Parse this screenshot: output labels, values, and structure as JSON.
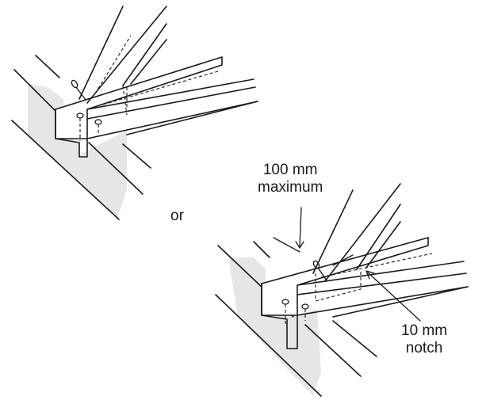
{
  "labels": {
    "alternative": "or",
    "max_distance_value": "100 mm",
    "max_distance_qualifier": "maximum",
    "notch_value": "10 mm",
    "notch_word": "notch"
  },
  "colors": {
    "line": "#1a1a1a",
    "wall_shade": "#e6e6e6",
    "background": "#ffffff"
  }
}
